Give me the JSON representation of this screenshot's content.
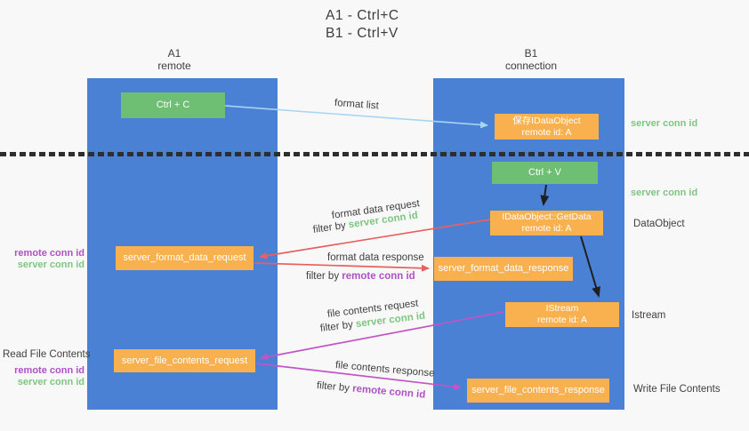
{
  "title": {
    "line1": "A1 - Ctrl+C",
    "line2": "B1 - Ctrl+V"
  },
  "lanes": {
    "left": {
      "name": "A1",
      "subtitle": "remote"
    },
    "right": {
      "name": "B1",
      "subtitle": "connection"
    }
  },
  "boxes": {
    "ctrl_c": "Ctrl + C",
    "save_obj": {
      "line1": "保存IDataObject",
      "line2": "remote id: A"
    },
    "ctrl_v": "Ctrl + V",
    "getdata": {
      "line1": "IDataObject::GetData",
      "line2": "remote id: A"
    },
    "format_request": "server_format_data_request",
    "format_response": "server_format_data_response",
    "istream": {
      "line1": "IStream",
      "line2": "remote id: A"
    },
    "file_request": "server_file_contents_request",
    "file_response": "server_file_contents_response"
  },
  "flow_labels": {
    "format_list": "format list",
    "format_req": "format data request",
    "format_req_filter": "filter by",
    "format_req_filter_id": "server conn id",
    "format_resp": "format data response",
    "format_resp_filter": "filter by",
    "format_resp_filter_id": "remote conn id",
    "file_req": "file contents request",
    "file_req_filter": "filter by",
    "file_req_filter_id": "server conn id",
    "file_resp": "file contents response",
    "file_resp_filter": "filter by",
    "file_resp_filter_id": "remote conn id"
  },
  "side_labels": {
    "server_conn_top": "server conn id",
    "server_conn_mid": "server conn id",
    "dataobject": "DataObject",
    "istream": "Istream",
    "write_file": "Write File Contents",
    "read_file": "Read File Contents",
    "fmt_remote": "remote conn id",
    "fmt_server": "server conn id",
    "file_remote": "remote conn id",
    "file_server": "server conn id"
  },
  "colors": {
    "lane_blue": "#4a81d4",
    "box_orange": "#f9b04e",
    "box_green": "#6ebe73",
    "green_id_text": "#7cc77f",
    "purple_id_text": "#b14fc9",
    "request_arrow_red": "#e96060",
    "file_arrow_magenta": "#c155c5",
    "format_list_arrow_blue": "#a9d5f2",
    "black_arrow": "#1f1f1f",
    "background": "#f8f8f8"
  }
}
